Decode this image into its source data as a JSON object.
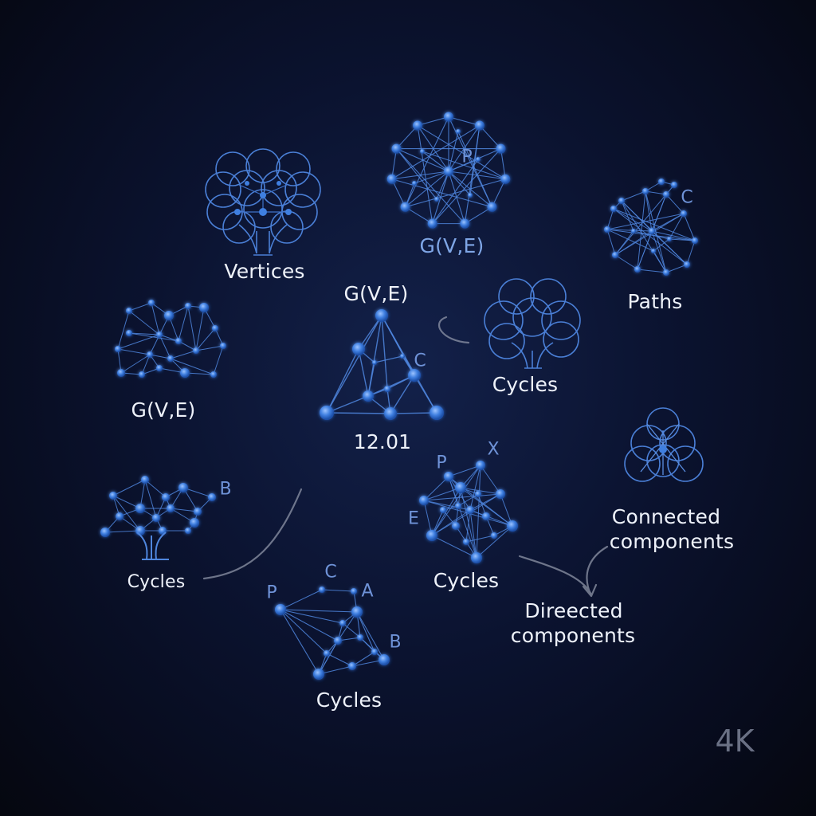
{
  "labels": {
    "vertices": "Vertices",
    "gve_top": "G(V,E)",
    "paths": "Paths",
    "gve_center": "G(V,E)",
    "gve_left": "G(V,E)",
    "cycles_tree_right": "Cycles",
    "number_center": "12.01",
    "connected_line1": "Connected",
    "connected_line2": "components",
    "cycles_left": "Cycles",
    "cycles_middle": "Cycles",
    "directed_line1": "Direected",
    "directed_line2": "components",
    "cycles_bottom": "Cycles"
  },
  "letters": {
    "top_p": "P",
    "paths_c": "C",
    "center_c": "C",
    "left_b": "B",
    "mid_p": "P",
    "mid_x": "X",
    "mid_e": "E",
    "bottom_c": "C",
    "bottom_p": "P",
    "bottom_a": "A",
    "bottom_b": "B"
  },
  "watermark": "4K",
  "colors": {
    "background": "#070b1c",
    "node": "#3f7fe0",
    "edge": "#4f86de",
    "label": "#eef2fa",
    "blue_label": "#7fa6e6"
  }
}
